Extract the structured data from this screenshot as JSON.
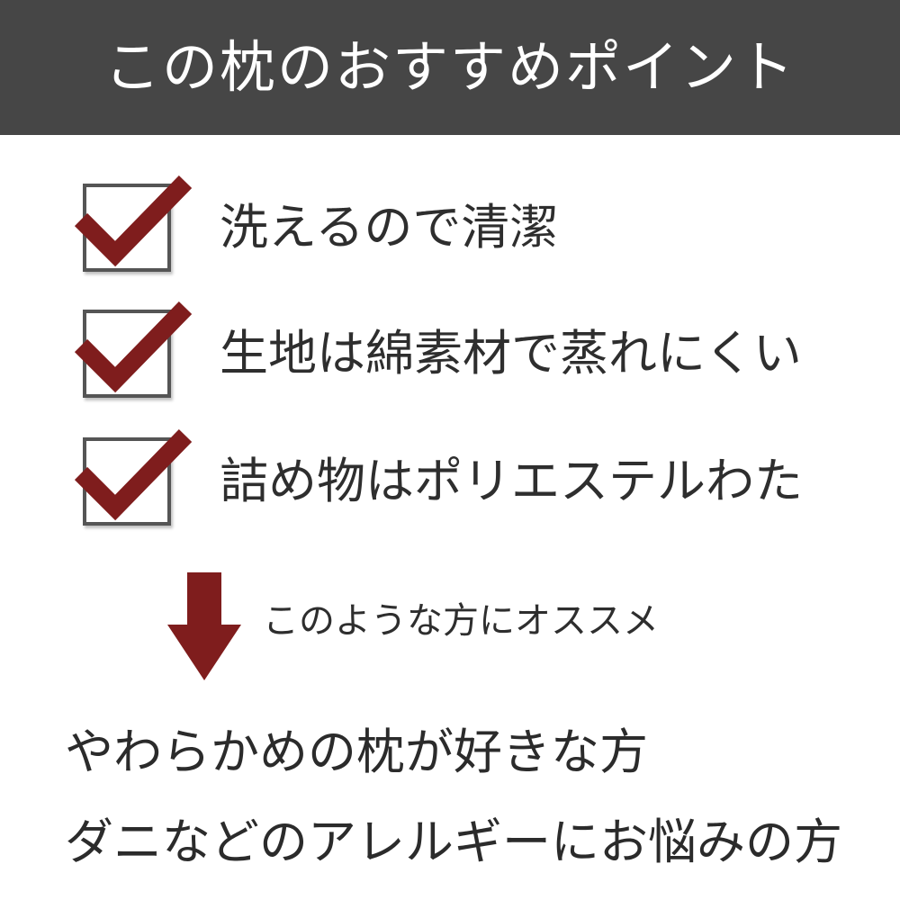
{
  "header": {
    "title": "この枕のおすすめポイント"
  },
  "colors": {
    "header_bg": "#464646",
    "accent": "#7f1d1d",
    "text": "#2b2b2b"
  },
  "points": [
    {
      "text": "洗えるので清潔",
      "icon": "checkmark-icon"
    },
    {
      "text": "生地は綿素材で蒸れにくい",
      "icon": "checkmark-icon"
    },
    {
      "text": "詰め物はポリエステルわた",
      "icon": "checkmark-icon"
    }
  ],
  "recommend": {
    "icon": "arrow-down-icon",
    "label": "このような方にオススメ"
  },
  "targets": [
    "やわらかめの枕が好きな方",
    "ダニなどのアレルギーにお悩みの方"
  ]
}
